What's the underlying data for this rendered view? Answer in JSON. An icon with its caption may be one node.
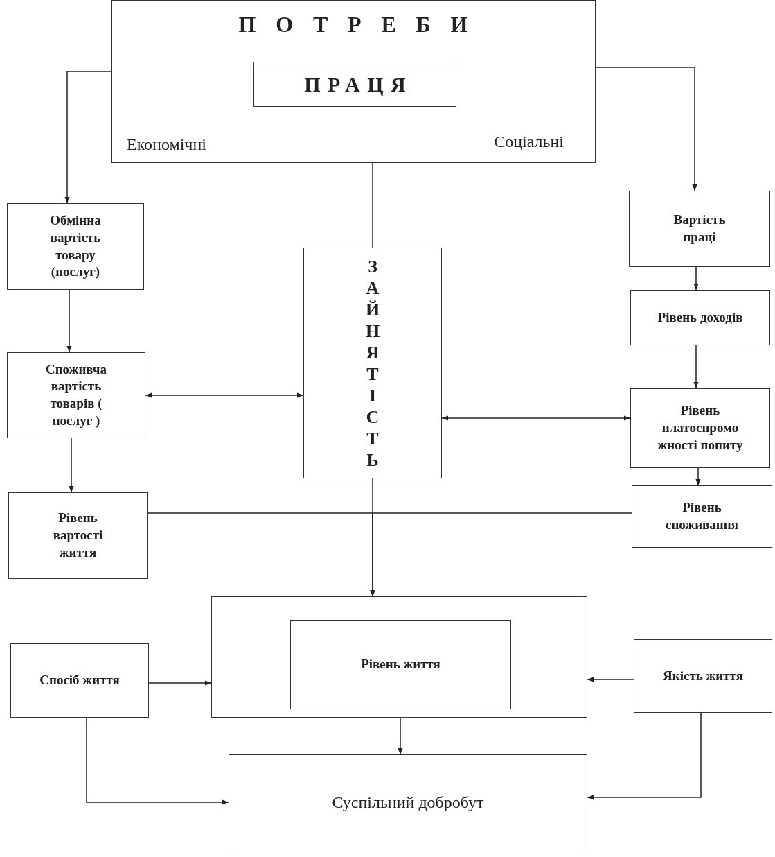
{
  "diagram": {
    "nodes": [
      {
        "text": [
          "ПОТРЕБИ",
          "Економічні",
          "Соціальні"
        ]
      },
      {
        "text": [
          "ПРАЦЯ"
        ],
        "in": 0
      },
      {
        "text": [
          "Обмінна вартість товару (послуг)"
        ]
      },
      {
        "text": [
          "Вартість праці"
        ]
      },
      {
        "text": [
          "ЗАЙНЯТІСТЬ"
        ]
      },
      {
        "text": [
          "Рівень доходів"
        ]
      },
      {
        "text": [
          "Споживча вартість товарів ( послуг )"
        ]
      },
      {
        "text": [
          "Рівень платоспромо жності попиту"
        ]
      },
      {
        "text": [
          "Рівень вартості життя"
        ]
      },
      {
        "text": [
          "Рівень споживання"
        ]
      },
      {
        "text": [],
        "shape": "box"
      },
      {
        "text": [
          "Рівень життя"
        ],
        "in": 10
      },
      {
        "text": [
          "Спосіб життя"
        ]
      },
      {
        "text": [
          "Якість життя"
        ]
      },
      {
        "text": [
          "Суспільний добробут"
        ]
      }
    ],
    "edges": [
      {
        "from": 0,
        "to": 2,
        "arrow": "to"
      },
      {
        "from": 0,
        "to": 3,
        "arrow": "to"
      },
      {
        "from": 0,
        "to": 4,
        "arrow": "none"
      },
      {
        "from": 2,
        "to": 6,
        "arrow": "to"
      },
      {
        "from": 6,
        "to": 8,
        "arrow": "to"
      },
      {
        "from": 3,
        "to": 5,
        "arrow": "to"
      },
      {
        "from": 5,
        "to": 7,
        "arrow": "to"
      },
      {
        "from": 7,
        "to": 9,
        "arrow": "to"
      },
      {
        "from": 6,
        "to": 4,
        "arrow": "both"
      },
      {
        "from": 4,
        "to": 7,
        "arrow": "both"
      },
      {
        "from": 4,
        "to": 10,
        "arrow": "to"
      },
      {
        "from": 8,
        "to": 10,
        "arrow": "to"
      },
      {
        "from": 9,
        "to": 10,
        "arrow": "to"
      },
      {
        "from": 12,
        "to": 10,
        "arrow": "to"
      },
      {
        "from": 13,
        "to": 10,
        "arrow": "to"
      },
      {
        "from": 10,
        "to": 14,
        "arrow": "to"
      },
      {
        "from": 12,
        "to": 14,
        "arrow": "to"
      },
      {
        "from": 13,
        "to": 14,
        "arrow": "to"
      }
    ]
  }
}
